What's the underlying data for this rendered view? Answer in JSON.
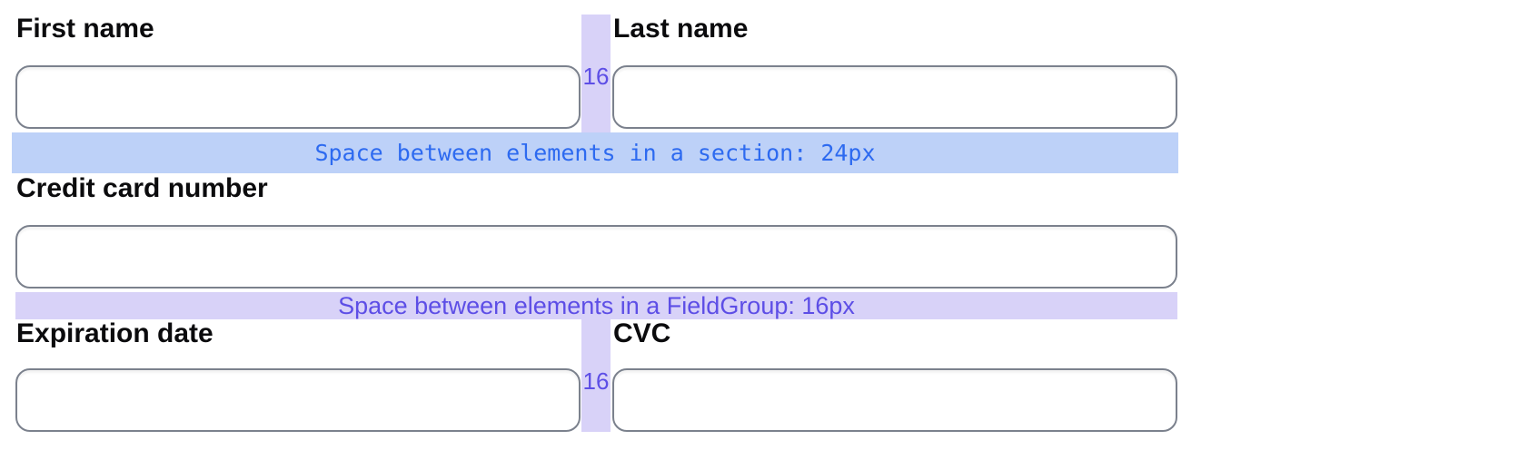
{
  "colors": {
    "section_band_bg": "#bdd1f8",
    "section_band_text": "#2d6af0",
    "group_band_bg": "#d8d2f8",
    "group_band_text": "#5d4ee6",
    "label_text": "#0b0b0d",
    "input_border": "#7b818d",
    "page_bg": "#ffffff"
  },
  "form": {
    "fields": [
      {
        "label": "First name",
        "value": "",
        "row": "top",
        "column": "left"
      },
      {
        "label": "Last name",
        "value": "",
        "row": "top",
        "column": "right"
      },
      {
        "label": "Credit card number",
        "value": "",
        "row": "middle",
        "column": "full"
      },
      {
        "label": "Expiration date",
        "value": "",
        "row": "bottom",
        "column": "left"
      },
      {
        "label": "CVC",
        "value": "",
        "row": "bottom",
        "column": "right"
      }
    ]
  },
  "annotations": {
    "section_gap_text": "Space between elements in a section: 24px",
    "fieldgroup_gap_text": "Space between elements in a FieldGroup: 16px",
    "column_gap_top": "16",
    "column_gap_bottom": "16"
  }
}
